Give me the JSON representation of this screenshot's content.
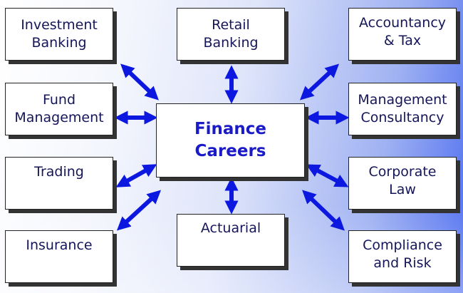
{
  "center": {
    "line1": "Finance",
    "line2": "Careers"
  },
  "careers": {
    "investment_banking": [
      "Investment",
      "Banking"
    ],
    "retail_banking": [
      "Retail",
      "Banking"
    ],
    "accountancy_tax": [
      "Accountancy",
      "& Tax"
    ],
    "fund_management": [
      "Fund",
      "Management"
    ],
    "management_consultancy": [
      "Management",
      "Consultancy"
    ],
    "trading": [
      "Trading"
    ],
    "corporate_law": [
      "Corporate",
      "Law"
    ],
    "insurance": [
      "Insurance"
    ],
    "actuarial": [
      "Actuarial"
    ],
    "compliance_risk": [
      "Compliance",
      "and Risk"
    ]
  },
  "colors": {
    "arrow": "#0c18e0",
    "center_text": "#1a1ac8",
    "box_text": "#15155a"
  }
}
